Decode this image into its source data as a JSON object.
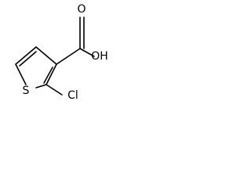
{
  "molecule": {
    "atoms": {
      "sulfur": "S",
      "chlorine": "Cl",
      "hydroxyl": "OH",
      "carbonyl_oxygen": "O"
    }
  }
}
